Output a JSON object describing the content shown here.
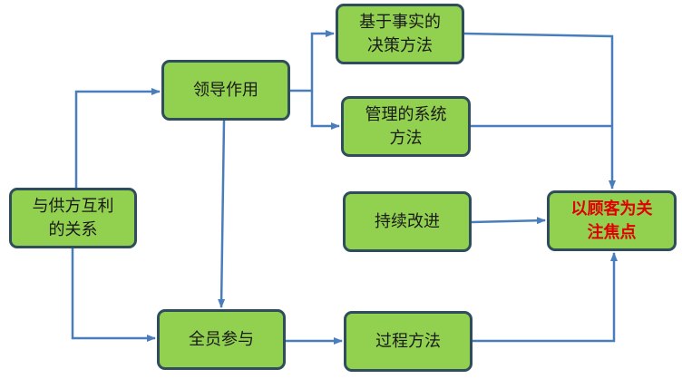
{
  "colors": {
    "box_fill": "#92d050",
    "box_border": "#2f4d5c",
    "arrow": "#4a7ebb",
    "goal_text": "#e00000"
  },
  "nodes": {
    "suppliers": "与供方互利\n的关系",
    "leadership": "领导作用",
    "facts": "基于事实的\n决策方法",
    "system": "管理的系统\n方法",
    "improvement": "持续改进",
    "customer": "以顾客为关\n注焦点",
    "involvement": "全员参与",
    "process": "过程方法"
  },
  "edges": [
    {
      "from": "suppliers",
      "to": "leadership"
    },
    {
      "from": "suppliers",
      "to": "involvement"
    },
    {
      "from": "leadership",
      "to": "facts"
    },
    {
      "from": "leadership",
      "to": "system"
    },
    {
      "from": "leadership",
      "to": "involvement"
    },
    {
      "from": "involvement",
      "to": "process"
    },
    {
      "from": "facts",
      "to": "customer"
    },
    {
      "from": "system",
      "to": "customer"
    },
    {
      "from": "improvement",
      "to": "customer"
    },
    {
      "from": "process",
      "to": "customer"
    }
  ]
}
